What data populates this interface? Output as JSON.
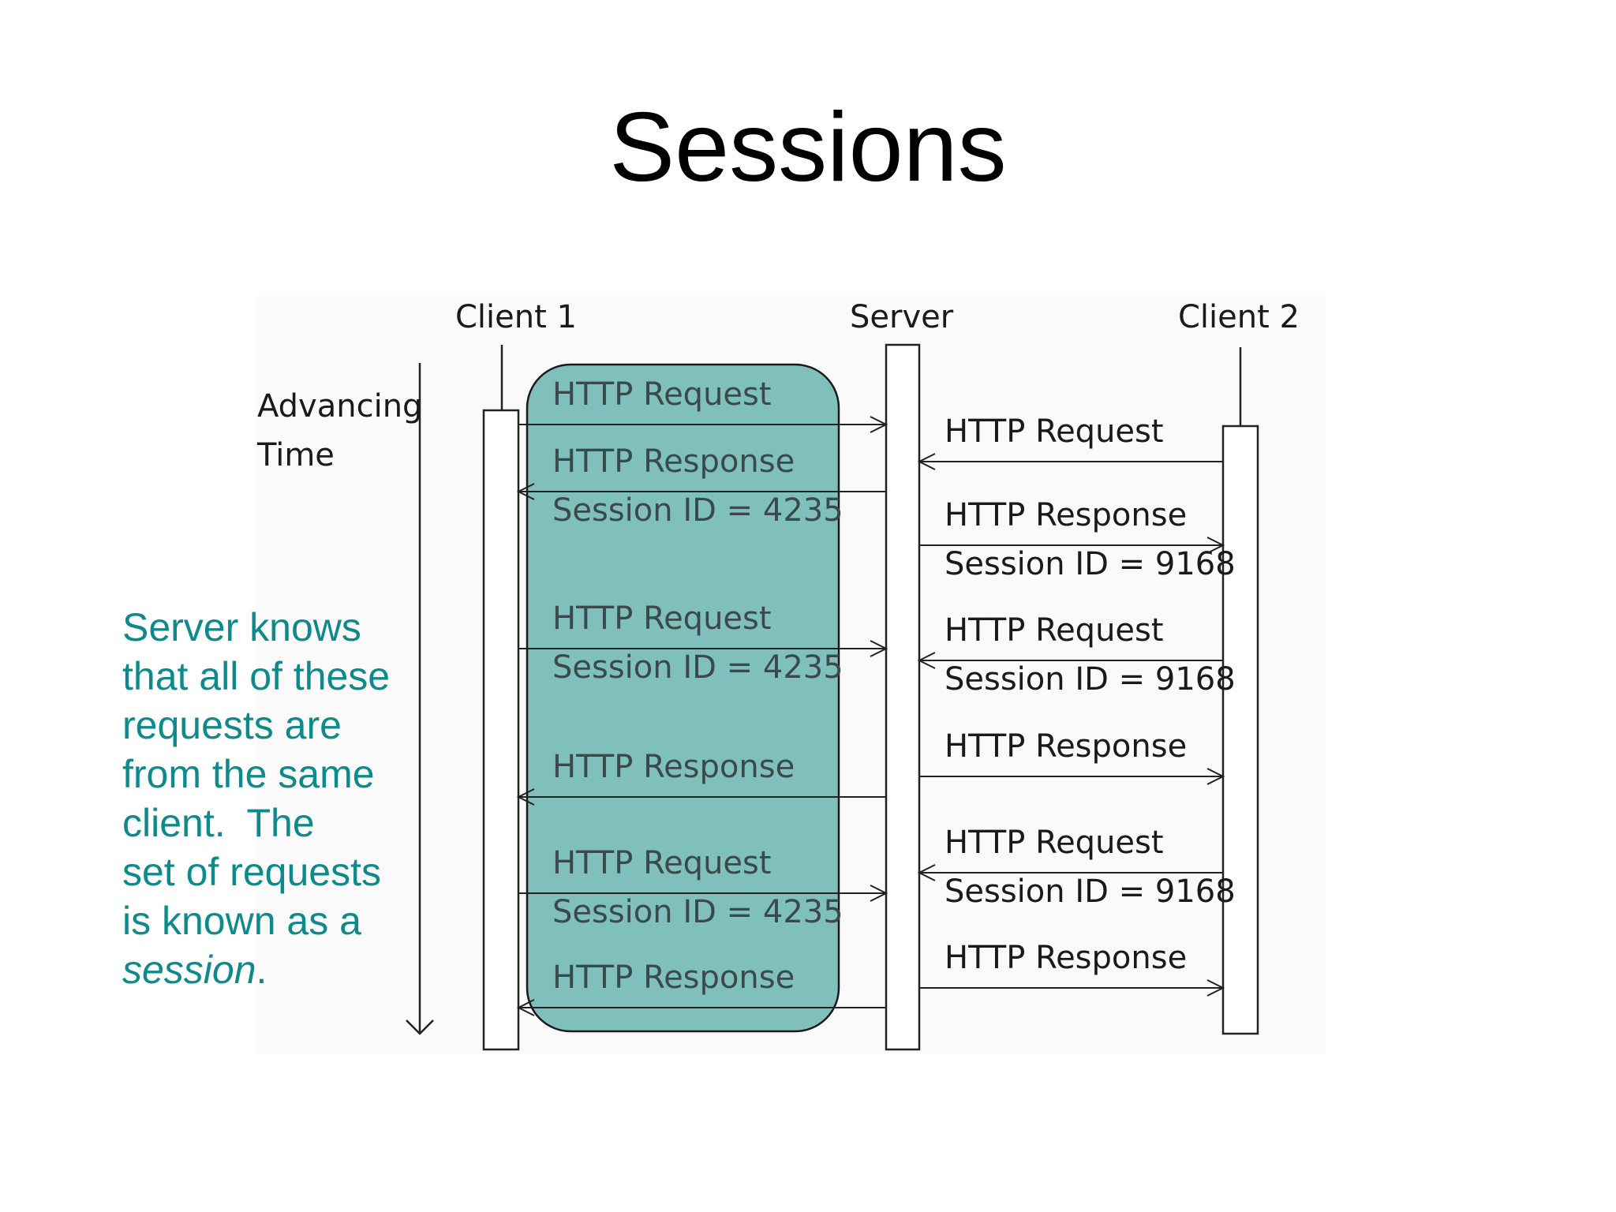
{
  "title": "Sessions",
  "lanes": {
    "client1": "Client 1",
    "server": "Server",
    "client2": "Client 2"
  },
  "time_axis": {
    "line1": "Advancing",
    "line2": "Time"
  },
  "session_highlight_color": "#80c0bc",
  "note_color": "#0e8a8a",
  "client1_messages": [
    {
      "direction": "to-server",
      "line1": "HTTP Request",
      "line2": ""
    },
    {
      "direction": "to-client",
      "line1": "HTTP Response",
      "line2": "Session ID = 4235"
    },
    {
      "direction": "to-server",
      "line1": "HTTP Request",
      "line2": "Session ID = 4235"
    },
    {
      "direction": "to-client",
      "line1": "HTTP Response",
      "line2": ""
    },
    {
      "direction": "to-server",
      "line1": "HTTP Request",
      "line2": "Session ID = 4235"
    },
    {
      "direction": "to-client",
      "line1": "HTTP Response",
      "line2": ""
    }
  ],
  "client2_messages": [
    {
      "direction": "to-server",
      "line1": "HTTP Request",
      "line2": ""
    },
    {
      "direction": "to-client",
      "line1": "HTTP Response",
      "line2": "Session ID = 9168"
    },
    {
      "direction": "to-server",
      "line1": "HTTP Request",
      "line2": "Session ID = 9168"
    },
    {
      "direction": "to-client",
      "line1": "HTTP Response",
      "line2": ""
    },
    {
      "direction": "to-server",
      "line1": "HTTP Request",
      "line2": "Session ID = 9168"
    },
    {
      "direction": "to-client",
      "line1": "HTTP Response",
      "line2": ""
    }
  ],
  "note": {
    "lines": [
      "Server knows",
      "that all of these",
      "requests are",
      "from the same",
      "client.  The",
      "set of requests",
      "is known as a"
    ],
    "last_line_italic": "session",
    "last_line_tail": "."
  }
}
